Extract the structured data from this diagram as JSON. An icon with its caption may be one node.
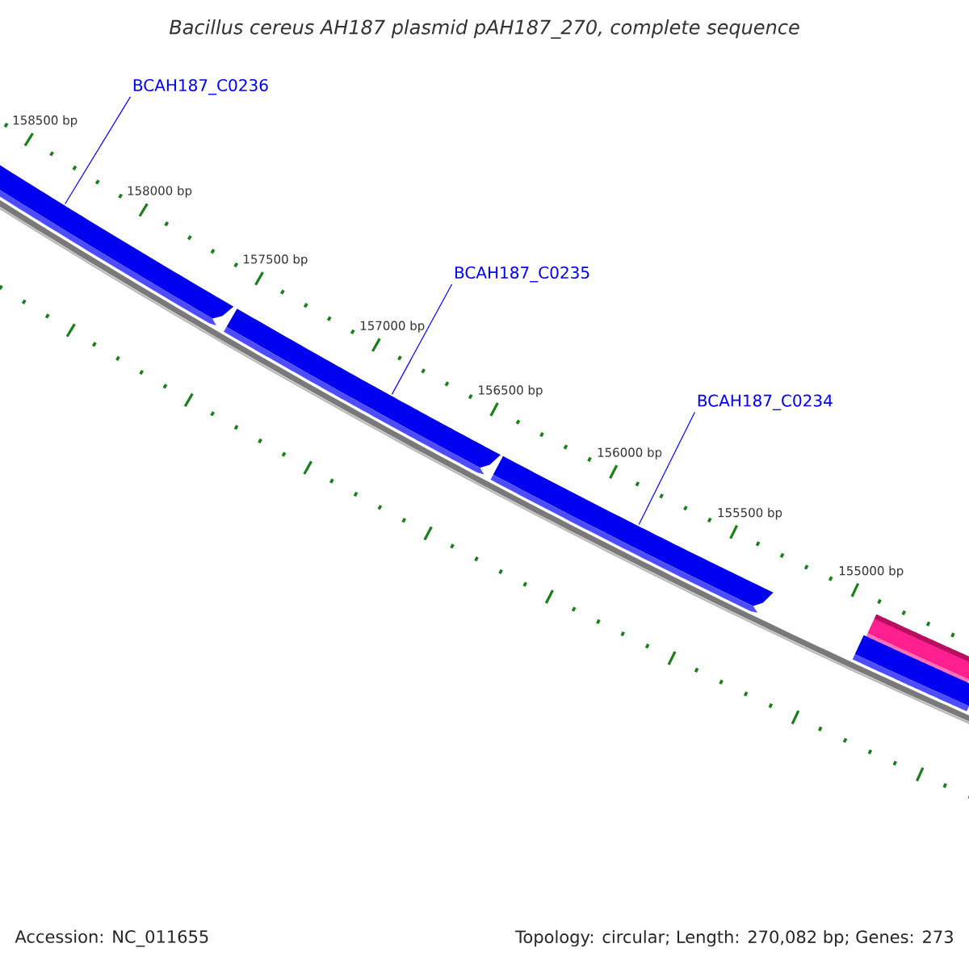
{
  "diagram": {
    "title": "Bacillus cereus AH187 plasmid pAH187_270, complete sequence",
    "nodes": [
      {
        "text": [
          "BCAH187_C0236"
        ]
      },
      {
        "text": [],
        "shape": "arrow"
      },
      {
        "text": [
          "BCAH187_C0235"
        ]
      },
      {
        "text": [],
        "shape": "arrow"
      },
      {
        "text": [
          "BCAH187_C0234"
        ]
      },
      {
        "text": [],
        "shape": "arrow"
      },
      {
        "text": [],
        "shape": "bar"
      },
      {
        "text": [],
        "shape": "bar"
      }
    ],
    "edges": [
      {
        "from": 0,
        "to": 1,
        "arrow": "none"
      },
      {
        "from": 2,
        "to": 3,
        "arrow": "none"
      },
      {
        "from": 4,
        "to": 5,
        "arrow": "none"
      }
    ],
    "labels": [
      "158500 bp",
      "158000 bp",
      "157500 bp",
      "157000 bp",
      "156500 bp",
      "156000 bp",
      "155500 bp",
      "155000 bp",
      "Accession: NC_011655",
      "Topology: circular; Length: 270,082 bp; Genes: 273"
    ]
  }
}
